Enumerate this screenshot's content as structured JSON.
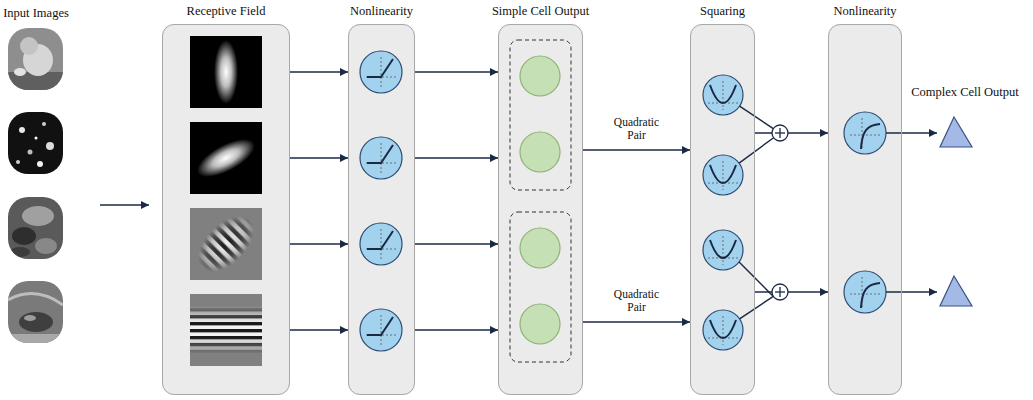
{
  "diagram": {
    "nodes": [
      {
        "text": [
          "Receptive Field"
        ]
      },
      {
        "text": [
          "Nonlinearity"
        ]
      },
      {
        "text": [
          "Simple Cell Output"
        ]
      },
      {
        "text": [
          "Squaring"
        ]
      },
      {
        "text": [
          "Nonlinearity"
        ]
      }
    ],
    "edges": [
      {
        "from": 0,
        "to": 1,
        "arrow": "to"
      },
      {
        "from": 0,
        "to": 1,
        "arrow": "to"
      },
      {
        "from": 0,
        "to": 1,
        "arrow": "to"
      },
      {
        "from": 0,
        "to": 1,
        "arrow": "to"
      },
      {
        "from": 1,
        "to": 2,
        "arrow": "to"
      },
      {
        "from": 1,
        "to": 2,
        "arrow": "to"
      },
      {
        "from": 1,
        "to": 2,
        "arrow": "to"
      },
      {
        "from": 1,
        "to": 2,
        "arrow": "to"
      },
      {
        "from": 2,
        "to": 3,
        "label": "Quadratic Pair",
        "arrow": "to"
      },
      {
        "from": 2,
        "to": 3,
        "label": "Quadratic Pair",
        "arrow": "to"
      },
      {
        "from": 3,
        "to": 4,
        "arrow": "to"
      },
      {
        "from": 3,
        "to": 4,
        "arrow": "to"
      }
    ],
    "labels": [
      "Input Images",
      "Complex Cell Output"
    ]
  }
}
